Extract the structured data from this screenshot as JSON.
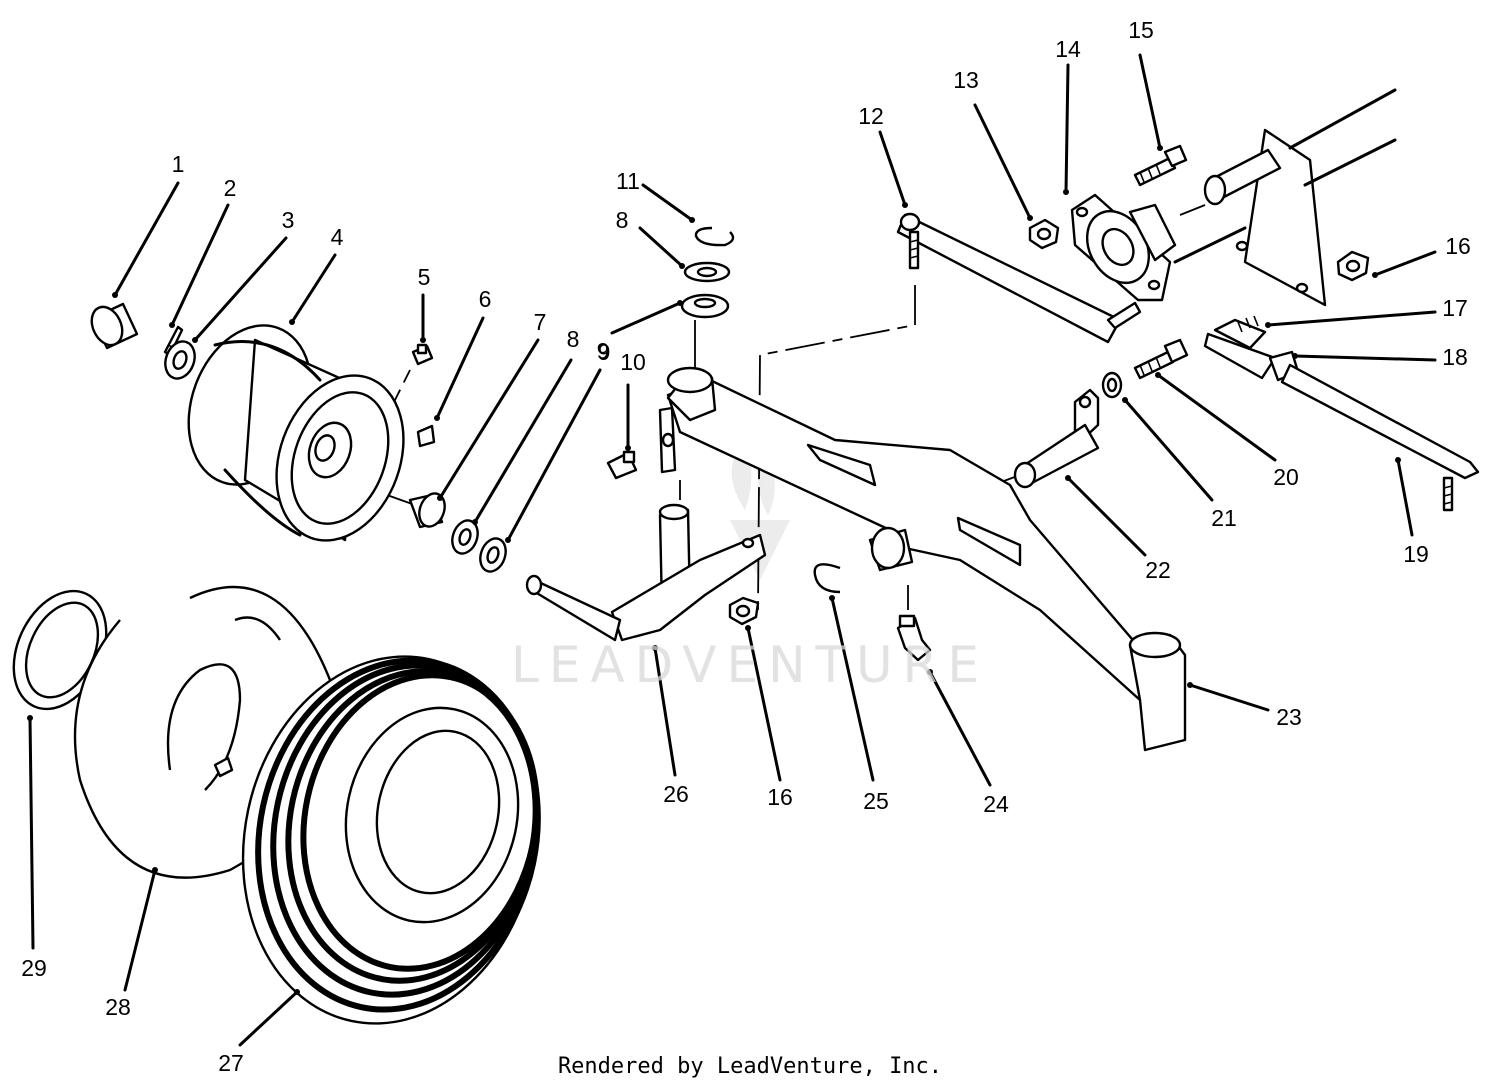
{
  "diagram": {
    "callouts": [
      "1",
      "2",
      "3",
      "4",
      "5",
      "6",
      "7",
      "8",
      "9",
      "10",
      "11",
      "8",
      "9",
      "12",
      "13",
      "14",
      "15",
      "16",
      "17",
      "18",
      "19",
      "20",
      "21",
      "22",
      "23",
      "24",
      "25",
      "16",
      "26",
      "27",
      "28",
      "29"
    ],
    "watermark": "LEADVENTURE",
    "footer": "Rendered by LeadVenture, Inc."
  }
}
